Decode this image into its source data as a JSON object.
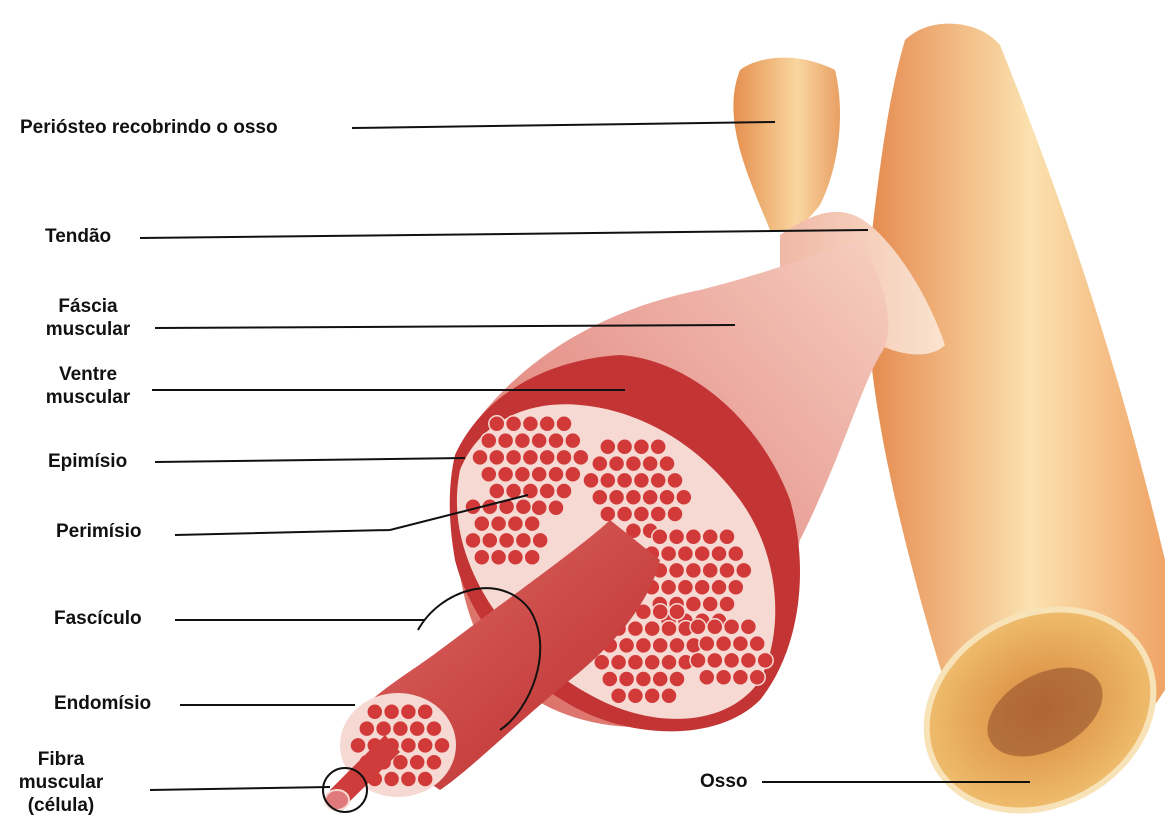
{
  "labels": {
    "periosteo": "Periósteo recobrindo o osso",
    "tendao": "Tendão",
    "fascia_l1": "Fáscia",
    "fascia_l2": "muscular",
    "ventre_l1": "Ventre",
    "ventre_l2": "muscular",
    "epimisio": "Epimísio",
    "perimisio": "Perimísio",
    "fasciculo": "Fascículo",
    "endomisio": "Endomísio",
    "fibra_l1": "Fibra",
    "fibra_l2": "muscular",
    "fibra_l3": "(célula)",
    "osso": "Osso"
  },
  "colors": {
    "bone": "#eea868",
    "bone_light": "#fbe2b0",
    "tendon": "#f2c6b4",
    "fascia": "#e79a90",
    "muscle_dark": "#c33434",
    "muscle": "#d94e4e",
    "fiber": "#d23a3a",
    "fiber_outline": "#f6d9d2",
    "leader": "#111111"
  }
}
